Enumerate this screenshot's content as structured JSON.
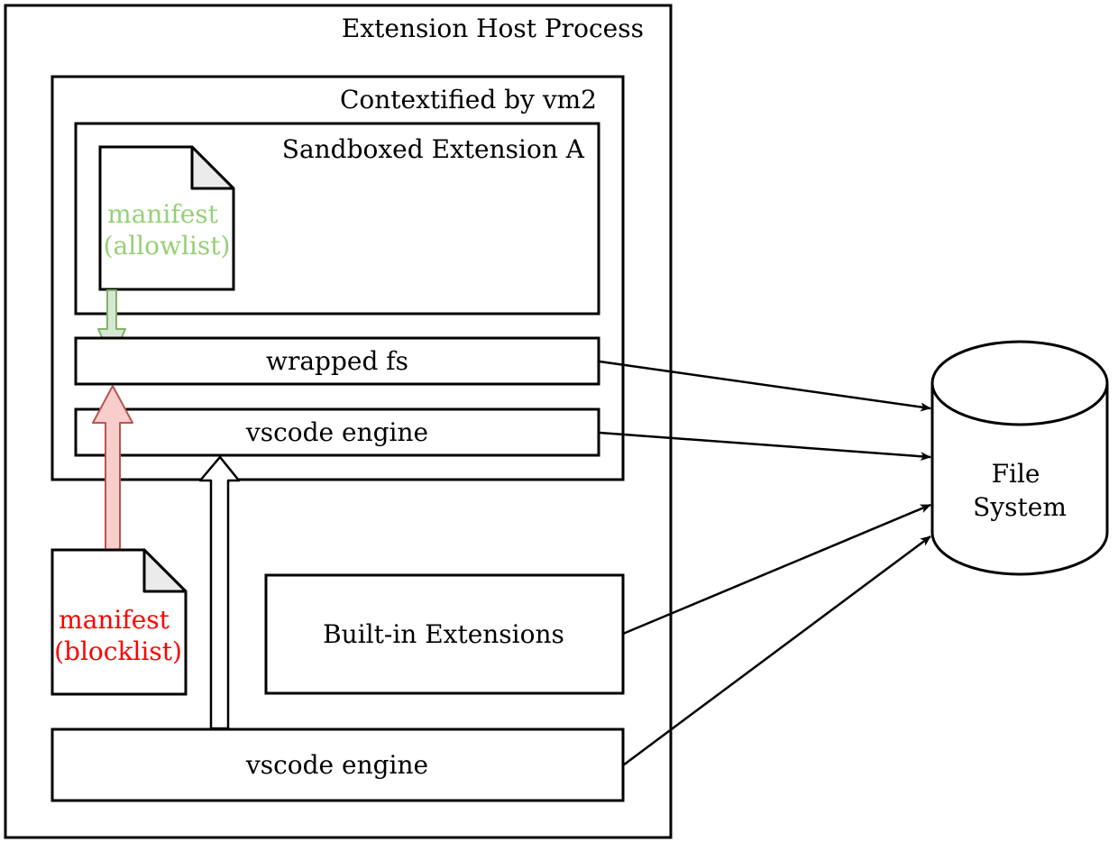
{
  "labels": {
    "extension_host": "Extension Host Process",
    "contextified": "Contextified by vm2",
    "sandboxed": "Sandboxed Extension A",
    "manifest_allow_1": "manifest",
    "manifest_allow_2": "(allowlist)",
    "wrapped_fs": "wrapped fs",
    "vscode_engine_inner": "vscode engine",
    "manifest_block_1": "manifest",
    "manifest_block_2": "(blocklist)",
    "builtin": "Built-in Extensions",
    "vscode_engine_outer": "vscode engine",
    "filesystem_1": "File",
    "filesystem_2": "System"
  },
  "colors": {
    "allowlist_text": "#97d077",
    "allowlist_arrow_fill": "#d5e8d4",
    "allowlist_arrow_stroke": "#82b366",
    "blocklist_text": "#ff0000",
    "blocklist_arrow_fill": "#f8cecc",
    "blocklist_arrow_stroke": "#b85450"
  }
}
